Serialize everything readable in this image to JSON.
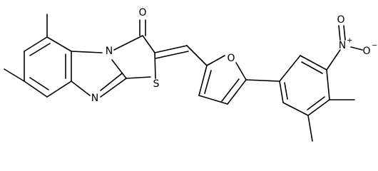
{
  "diagram": {
    "atoms": {
      "carbonyl_oxygen": "O",
      "imidazole_nitrogen_top": "N",
      "imidazole_nitrogen_bottom": "N",
      "thiazole_sulfur": "S",
      "furan_oxygen": "O",
      "nitro_nitrogen": "N",
      "nitro_nitrogen_charge": "+",
      "nitro_oxygen_top": "O",
      "nitro_oxygen_right": "O",
      "nitro_oxygen_right_charge": "−"
    },
    "colors": {
      "bond": "#000000",
      "background": "#ffffff"
    }
  }
}
